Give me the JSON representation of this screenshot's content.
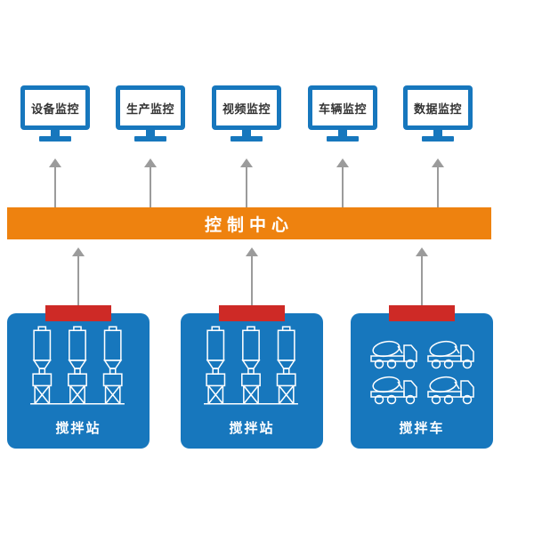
{
  "diagram": {
    "monitors": [
      {
        "label": "设备监控"
      },
      {
        "label": "生产监控"
      },
      {
        "label": "视频监控"
      },
      {
        "label": "车辆监控"
      },
      {
        "label": "数据监控"
      }
    ],
    "control_center": {
      "label": "控制中心"
    },
    "stations": [
      {
        "label": "搅拌站",
        "icon": "batching-plant-icon"
      },
      {
        "label": "搅拌站",
        "icon": "batching-plant-icon"
      },
      {
        "label": "搅拌车",
        "icon": "mixer-truck-icon"
      }
    ],
    "colors": {
      "monitor_blue": "#1777bd",
      "box_blue": "#1777bd",
      "orange": "#ee820f",
      "red": "#ce2a26",
      "arrow_gray": "#9b9b9b",
      "label_dark": "#333333"
    }
  }
}
